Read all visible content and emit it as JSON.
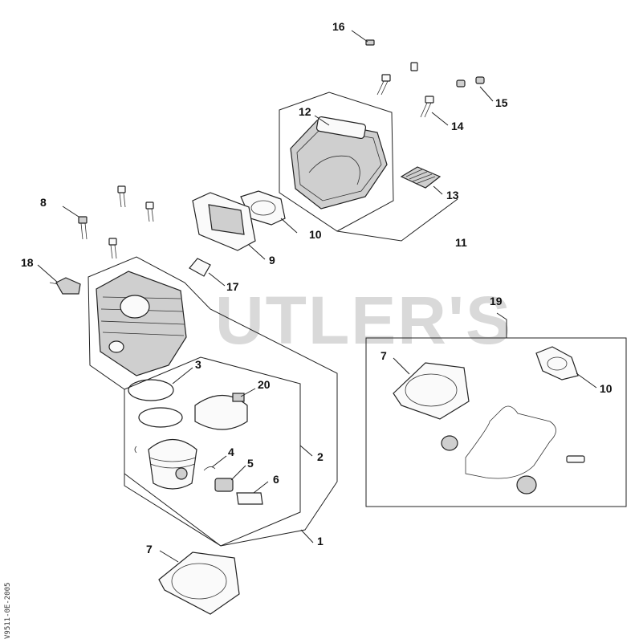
{
  "watermark": "UTLER'S",
  "drawing_code": "V9511-0E-2005",
  "callouts": [
    "16",
    "15",
    "14",
    "12",
    "13",
    "11",
    "8",
    "10",
    "9",
    "18",
    "17",
    "19",
    "3",
    "20",
    "2",
    "4",
    "5",
    "6",
    "1",
    "7",
    "7",
    "10"
  ],
  "colors": {
    "line": "#222222",
    "watermark": "#d9d9d9",
    "part_fill": "#fafafa",
    "part_shade": "#cfcfcf"
  }
}
